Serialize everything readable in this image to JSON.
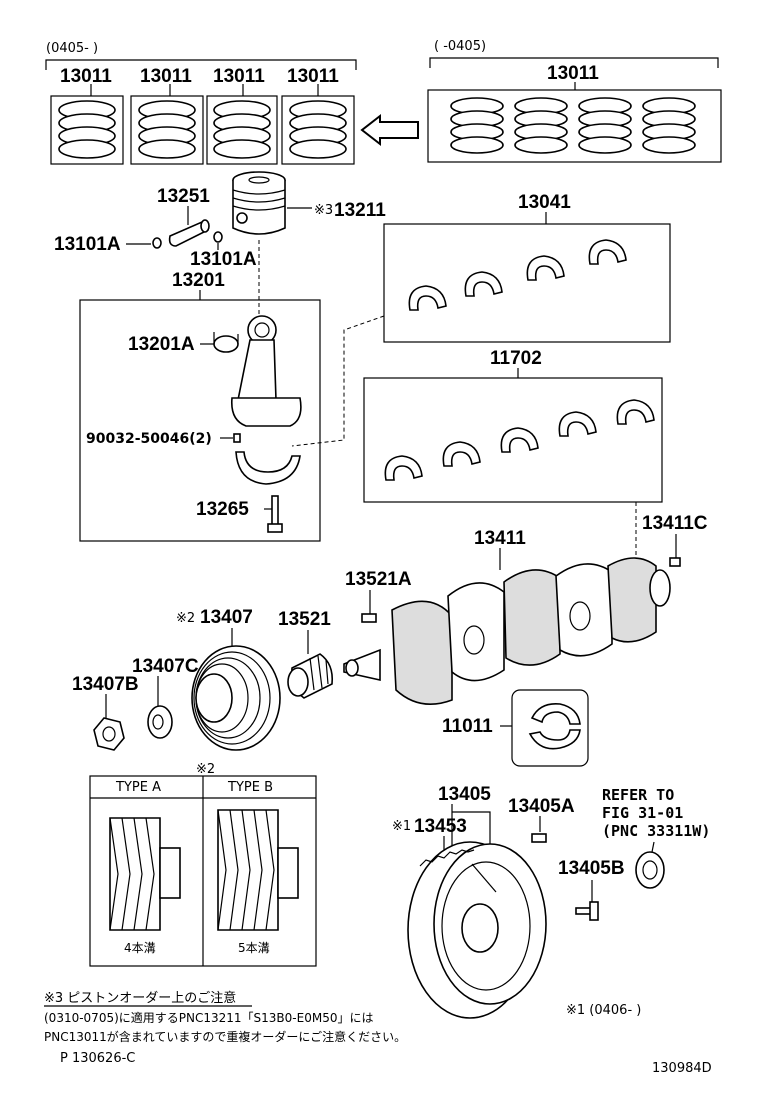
{
  "ring_sets": {
    "new_period": "(0405-     )",
    "old_period": "(     -0405)",
    "new_labels": [
      "13011",
      "13011",
      "13011",
      "13011"
    ],
    "old_label": "13011"
  },
  "parts": {
    "p13251": "13251",
    "p13211": "13211",
    "p13211_mark": "※3",
    "p13101a_left": "13101A",
    "p13101a_right": "13101A",
    "p13201": "13201",
    "p13201a": "13201A",
    "p90032": "90032-50046(2)",
    "p13265": "13265",
    "p13041": "13041",
    "p11702": "11702",
    "p13411": "13411",
    "p13411c": "13411C",
    "p13521a": "13521A",
    "p13407": "13407",
    "p13407_mark": "※2",
    "p13521": "13521",
    "p13407c": "13407C",
    "p13407b": "13407B",
    "p11011": "11011",
    "p13405": "13405",
    "p13405a": "13405A",
    "p13453": "13453",
    "p13453_mark": "※1",
    "p13405b": "13405B"
  },
  "refer": {
    "line1": "REFER TO",
    "line2": "FIG 31-01",
    "line3": "(PNC 33311W)"
  },
  "pulley_types": {
    "mark": "※2",
    "type_a": "TYPE A",
    "type_b": "TYPE B",
    "grooves_a": "4本溝",
    "grooves_b": "5本溝"
  },
  "notes": {
    "heading": "※3 ピストンオーダー上のご注意",
    "line1": "(0310-0705)に適用するPNC13211「S13B0-E0M50」には",
    "line2": "PNC13011が含まれていますので重複オーダーにご注意ください。",
    "footnote": "※1  (0406-      )"
  },
  "codes": {
    "page_code": "P  130626-C",
    "figure_code": "130984D"
  }
}
